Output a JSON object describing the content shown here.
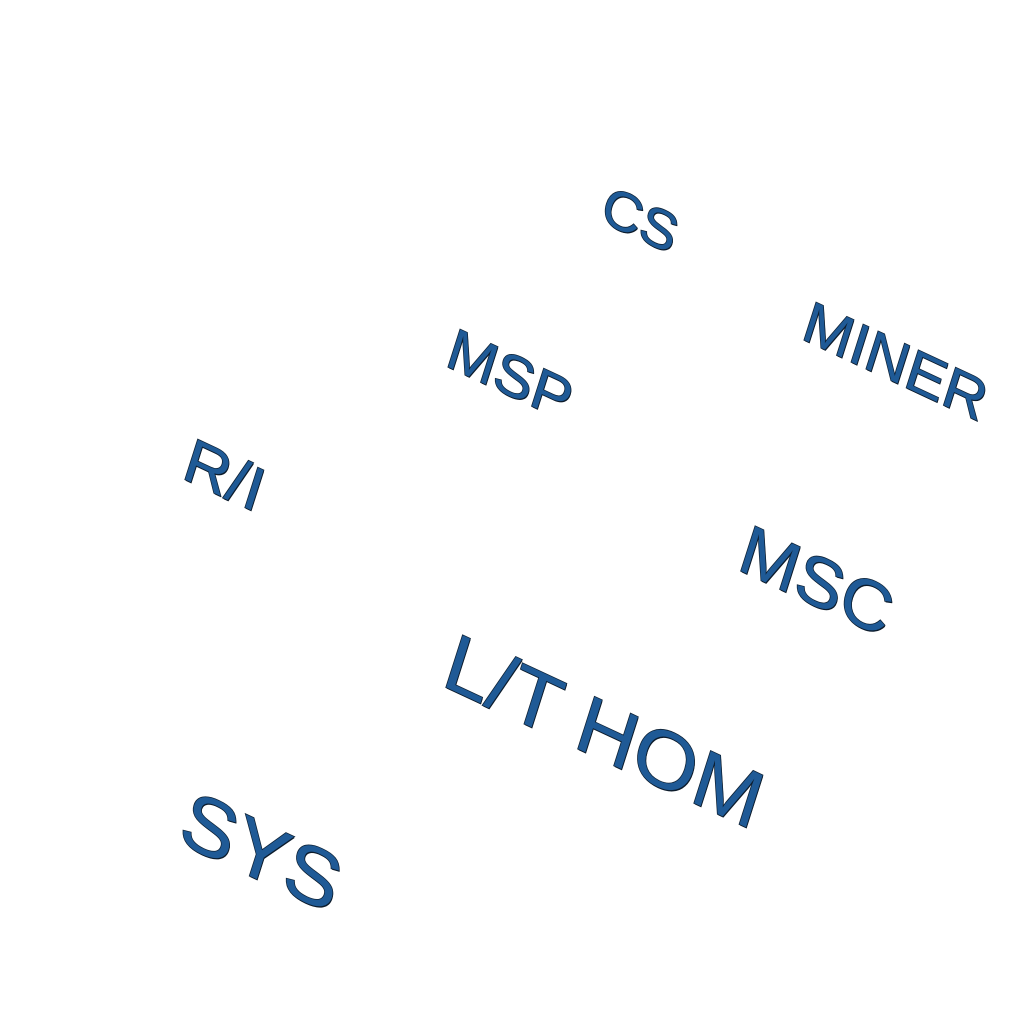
{
  "colors": {
    "background": "#ffffff",
    "label_fill": "#1f5a96",
    "label_outline": "#0e2236"
  },
  "labels": {
    "cs": "CS",
    "msp": "MSP",
    "miner": "MINER",
    "ri": "R/I",
    "msc": "MSC",
    "lt_hom": "L/T HOM",
    "sys": "SYS"
  }
}
